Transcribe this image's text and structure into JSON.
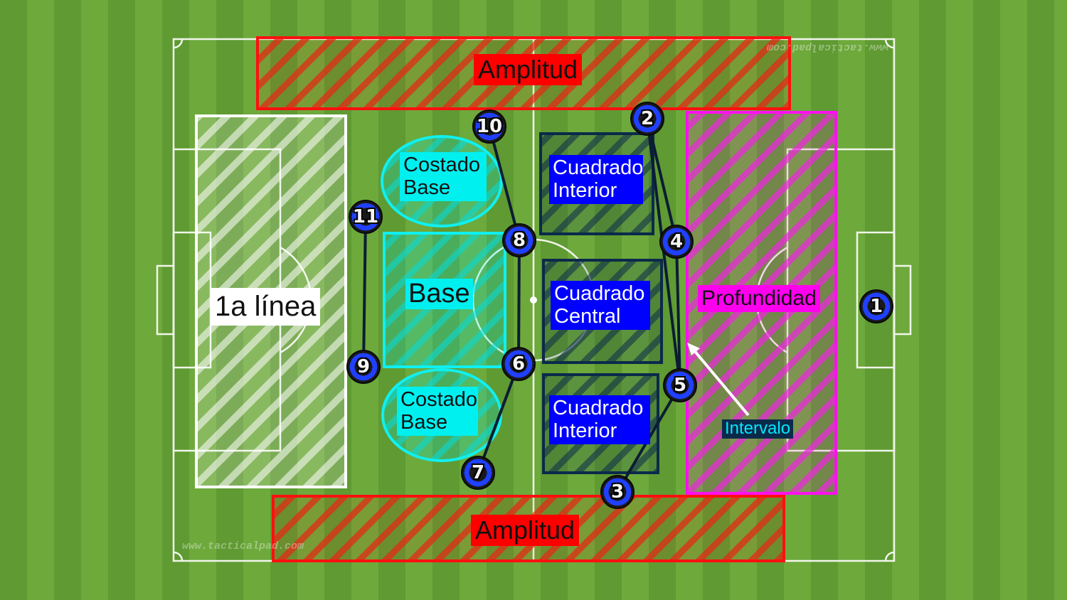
{
  "colors": {
    "grass_dark": "#5f9a32",
    "grass_light": "#6ea93c",
    "pitch_lines": "#ffffff",
    "amplitud_zone": "#ff0000",
    "profundidad_zone": "#ff00ee",
    "base_zone": "#00f0f0",
    "cuadrado_zone": "#0b2a4a",
    "player_ring": "#2040ff"
  },
  "watermarks": {
    "bottom_left": "www.tacticalpad.com",
    "top_right_mirrored": "www.tacticalpad.com"
  },
  "zones": {
    "amplitud_top": "Amplitud",
    "amplitud_bottom": "Amplitud",
    "primera_linea": "1a línea",
    "costado_base_top": [
      "Costado",
      "Base"
    ],
    "costado_base_bottom": [
      "Costado",
      "Base"
    ],
    "base": "Base",
    "cuadrado_interior_top": [
      "Cuadrado",
      "Interior"
    ],
    "cuadrado_central": [
      "Cuadrado",
      "Central"
    ],
    "cuadrado_interior_bottom": [
      "Cuadrado",
      "Interior"
    ],
    "profundidad": "Profundidad",
    "intervalo": "Intervalo"
  },
  "players": [
    {
      "number": "1"
    },
    {
      "number": "2"
    },
    {
      "number": "3"
    },
    {
      "number": "4"
    },
    {
      "number": "5"
    },
    {
      "number": "6"
    },
    {
      "number": "7"
    },
    {
      "number": "8"
    },
    {
      "number": "9"
    },
    {
      "number": "10"
    },
    {
      "number": "11"
    }
  ]
}
